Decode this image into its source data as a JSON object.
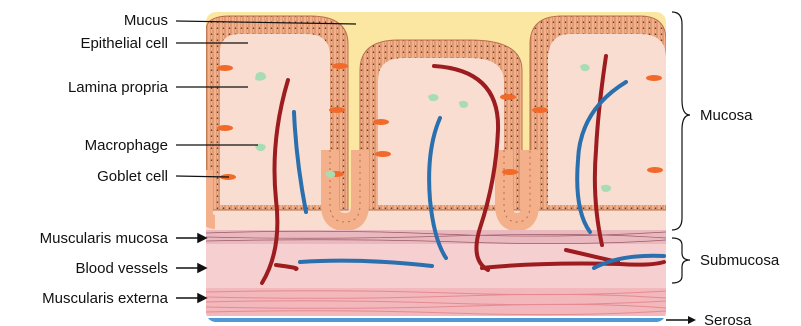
{
  "labels": {
    "mucus": "Mucus",
    "epithelial_cell": "Epithelial cell",
    "lamina_propria": "Lamina propria",
    "macrophage": "Macrophage",
    "goblet_cell": "Goblet cell",
    "muscularis_mucosa": "Muscularis mucosa",
    "blood_vessels": "Blood vessels",
    "muscularis_externa": "Muscularis externa",
    "mucosa": "Mucosa",
    "submucosa": "Submucosa",
    "serosa": "Serosa"
  },
  "colors": {
    "mucus": "#fbe7a1",
    "lamina": "#f8ddd0",
    "epithelium": "#f4b08a",
    "epithelium_outline": "#b8704a",
    "goblet": "#f26a2a",
    "macrophage": "#a8dcb3",
    "muscularis_mucosa": "#e9b9bf",
    "submucosa": "#f6cfd0",
    "muscularis_externa": "#f2b8bc",
    "artery": "#9c1c1f",
    "vein": "#2a6fae",
    "serosa": "#4f9ad6"
  }
}
